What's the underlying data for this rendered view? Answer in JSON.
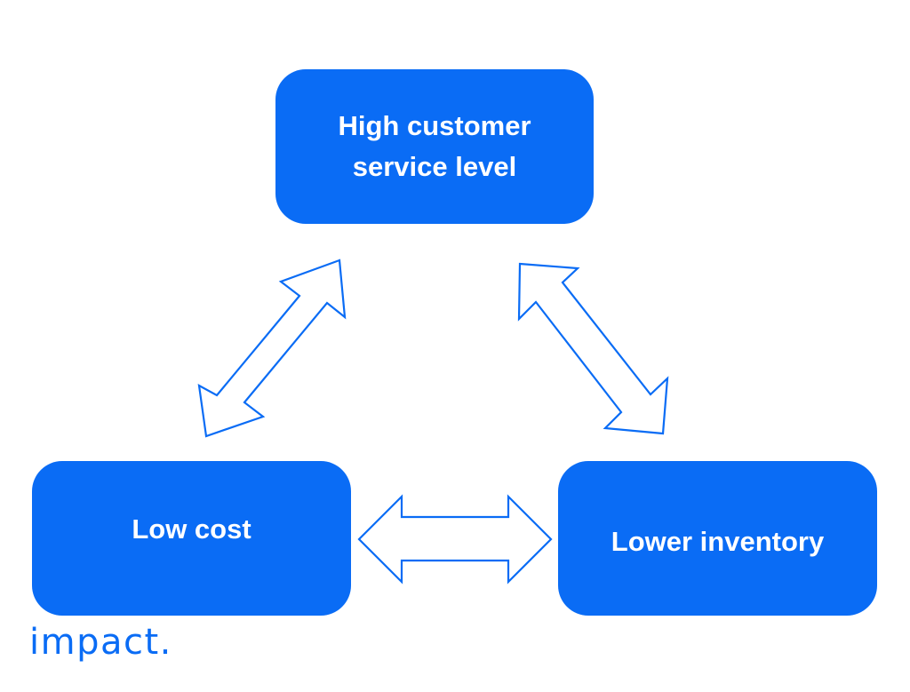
{
  "colors": {
    "node_fill": "#0a6cf5",
    "arrow_stroke": "#0a6cf5",
    "logo": "#0a6cf5"
  },
  "diagram": {
    "nodes": {
      "top": {
        "label": "High customer service level"
      },
      "left": {
        "label": "Low cost"
      },
      "right": {
        "label": "Lower inventory"
      }
    },
    "edges": [
      {
        "from": "left",
        "to": "top",
        "direction": "bidirectional"
      },
      {
        "from": "top",
        "to": "right",
        "direction": "bidirectional"
      },
      {
        "from": "left",
        "to": "right",
        "direction": "bidirectional"
      }
    ]
  },
  "brand": {
    "logo_text": "impact."
  }
}
